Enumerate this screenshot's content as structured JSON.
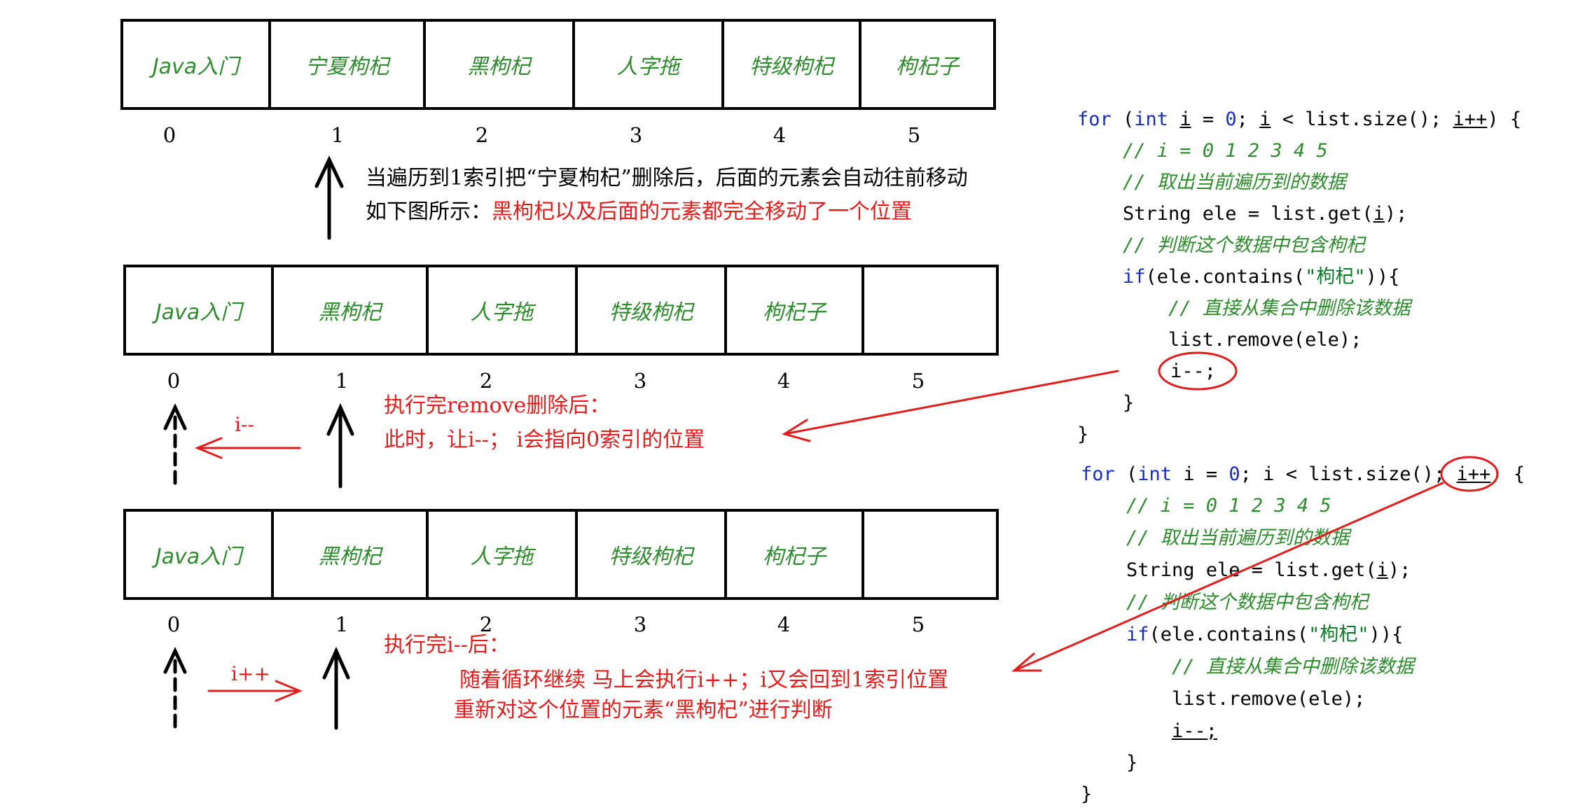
{
  "arrays": [
    {
      "cells": [
        "Java入门",
        "宁夏枸杞",
        "黑枸杞",
        "人字拖",
        "特级枸杞",
        "枸杞子"
      ],
      "indices": [
        "0",
        "1",
        "2",
        "3",
        "4",
        "5"
      ]
    },
    {
      "cells": [
        "Java入门",
        "黑枸杞",
        "人字拖",
        "特级枸杞",
        "枸杞子",
        ""
      ],
      "indices": [
        "0",
        "1",
        "2",
        "3",
        "4",
        "5"
      ]
    },
    {
      "cells": [
        "Java入门",
        "黑枸杞",
        "人字拖",
        "特级枸杞",
        "枸杞子",
        ""
      ],
      "indices": [
        "0",
        "1",
        "2",
        "3",
        "4",
        "5"
      ]
    }
  ],
  "notes": {
    "step1_line1": "当遍历到1索引把“宁夏枸杞”删除后，后面的元素会自动往前移动",
    "step1_line2_prefix": "如下图所示：",
    "step1_line2_red": "黑枸杞以及后面的元素都完全移动了一个位置",
    "step2_line1": "执行完remove删除后：",
    "step2_line2": "此时，让i--；  i会指向0索引的位置",
    "step2_arrow_label": "i--",
    "step3_line1": "执行完i--后：",
    "step3_line2": "随着循环继续   马上会执行i++；i又会回到1索引位置",
    "step3_line3": "重新对这个位置的元素“黑枸杞”进行判断",
    "step3_arrow_label": "i++"
  },
  "code_blocks": [
    {
      "for_kw": "for",
      "open_paren": " (",
      "int_kw": "int",
      "sp": " ",
      "var_i": "i",
      "assign": " = ",
      "zero": "0",
      "semi1": "; ",
      "var_i2": "i",
      "cond_rest": " < list.size(); ",
      "incr": "i++",
      "close": ") {",
      "comment1": "// i = 0 1 2 3 4 5",
      "comment2": "// 取出当前遍历到的数据",
      "get_prefix": "String ele = list.get(",
      "get_i": "i",
      "get_suffix": ");",
      "comment3": "// 判断这个数据中包含枸杞",
      "if_kw": "if",
      "if_mid": "(ele.contains(",
      "if_str": "\"枸杞\"",
      "if_end": ")){",
      "comment4": "// 直接从集合中删除该数据",
      "remove_line": "list.remove(ele);",
      "decr_line": "i--;",
      "inner_close": "}",
      "outer_close": "}"
    },
    {
      "for_kw": "for",
      "open_paren": " (",
      "int_kw": "int",
      "sp": " ",
      "var_i": "i",
      "assign": " = ",
      "zero": "0",
      "semi1": "; ",
      "var_i2": "i",
      "cond_rest": " < list.size(); ",
      "incr": "i++",
      "close": ") {",
      "comment1": "// i = 0 1 2 3 4 5",
      "comment2": "// 取出当前遍历到的数据",
      "get_prefix": "String ele = list.get(",
      "get_i": "i",
      "get_suffix": ");",
      "comment3": "// 判断这个数据中包含枸杞",
      "if_kw": "if",
      "if_mid": "(ele.contains(",
      "if_str": "\"枸杞\"",
      "if_end": ")){",
      "comment4": "// 直接从集合中删除该数据",
      "remove_line": "list.remove(ele);",
      "decr_line": "i--;",
      "inner_close": "}",
      "outer_close": "}"
    }
  ],
  "colors": {
    "cell_text": "#2e8b2e",
    "red": "#e01e1e",
    "keyword": "#1a2fb8",
    "comment": "#2e8b2e"
  }
}
